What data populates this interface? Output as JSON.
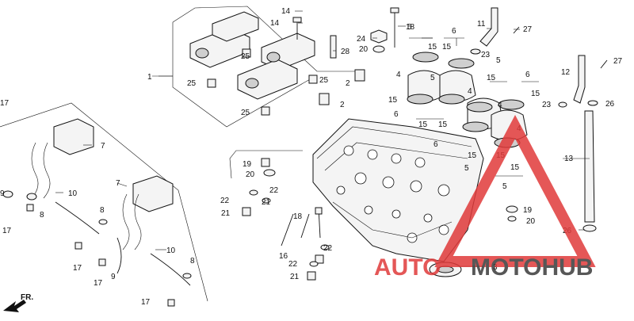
{
  "diagram": {
    "callouts": {
      "c1": "1",
      "c2a": "2",
      "c2b": "2",
      "c3": "3",
      "c4a": "4",
      "c4b": "4",
      "c4c": "4",
      "c4d": "4",
      "c5a": "5",
      "c5b": "5",
      "c5c": "5",
      "c5d": "5",
      "c5e": "5",
      "c6a": "6",
      "c6b": "6",
      "c6c": "6",
      "c6d": "6",
      "c7a": "7",
      "c7b": "7",
      "c8a": "8",
      "c8b": "8",
      "c8c": "8",
      "c9a": "9",
      "c9b": "9",
      "c10a": "10",
      "c10b": "10",
      "c11": "11",
      "c12": "12",
      "c13": "13",
      "c14a": "14",
      "c14b": "14",
      "c15a": "15",
      "c15b": "15",
      "c15c": "15",
      "c15d": "15",
      "c15e": "15",
      "c15f": "15",
      "c15g": "15",
      "c15h": "15",
      "c15i": "15",
      "c15j": "15",
      "c16": "16",
      "c17a": "17",
      "c17b": "17",
      "c17c": "17",
      "c17d": "17",
      "c17e": "17",
      "c18a": "18",
      "c18b": "18",
      "c19a": "19",
      "c19b": "19",
      "c20a": "20",
      "c20b": "20",
      "c20c": "20",
      "c21a": "21",
      "c21b": "21",
      "c21c": "21",
      "c22a": "22",
      "c22b": "22",
      "c22c": "22",
      "c22d": "22",
      "c23a": "23",
      "c23b": "23",
      "c24": "24",
      "c25a": "25",
      "c25b": "25",
      "c25c": "25",
      "c25d": "25",
      "c26a": "26",
      "c26b": "26",
      "c27a": "27",
      "c27b": "27",
      "c28": "28"
    },
    "direction_label": "FR."
  },
  "watermark": {
    "text_red": "AUTO",
    "text_gray": "MOTOHUB",
    "red_color": "#e03a3a",
    "gray_color": "#3a3a3a"
  }
}
